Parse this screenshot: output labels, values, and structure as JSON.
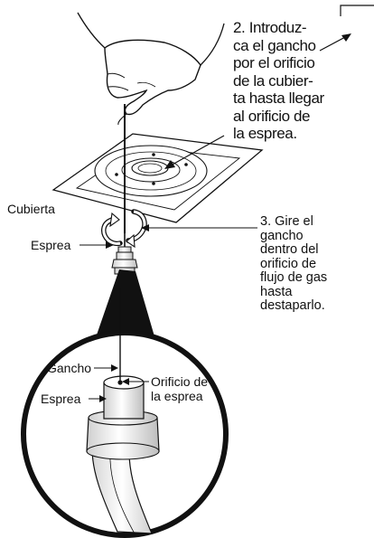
{
  "instructions": {
    "step2": "2. Introduz-\nca el gancho\npor el orificio\nde la cubier-\nta hasta llegar\nal orificio de\nla esprea.",
    "step3": "3. Gire el\ngancho\ndentro del\norificio de\nflujo de gas\nhasta\ndestaparlo."
  },
  "labels": {
    "cubierta": "Cubierta",
    "esprea": "Esprea",
    "gancho": "Gancho",
    "esprea_detail": "Esprea",
    "orificio": "Orificio de\nla esprea"
  }
}
